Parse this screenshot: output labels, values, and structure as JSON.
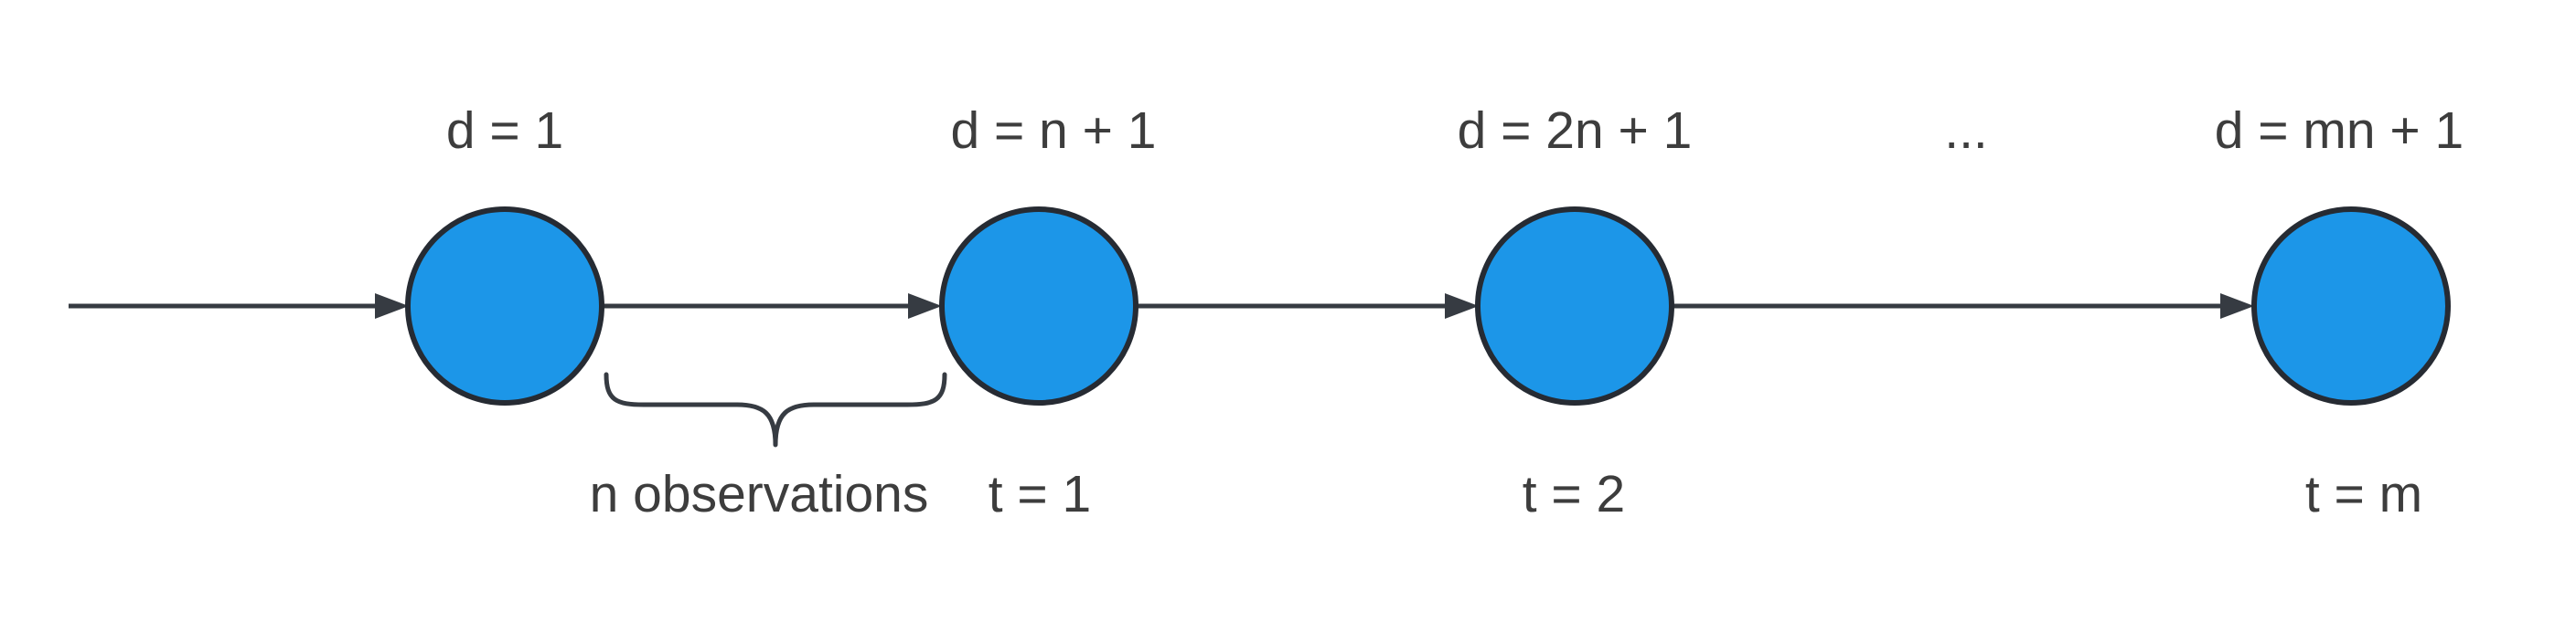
{
  "diagram": {
    "colors": {
      "node_fill": "#1c96e8",
      "node_stroke": "#262b33",
      "connector": "#363b42",
      "text": "#3d3d3d",
      "background": "#ffffff"
    },
    "nodes": [
      {
        "top_label": "d = 1",
        "bottom_label": ""
      },
      {
        "top_label": "d = n + 1",
        "bottom_label": "t = 1"
      },
      {
        "top_label": "d = 2n + 1",
        "bottom_label": "t = 2"
      },
      {
        "top_label": "d = mn + 1",
        "bottom_label": "t = m"
      }
    ],
    "ellipsis_label": "...",
    "brace_label": "n observations"
  }
}
